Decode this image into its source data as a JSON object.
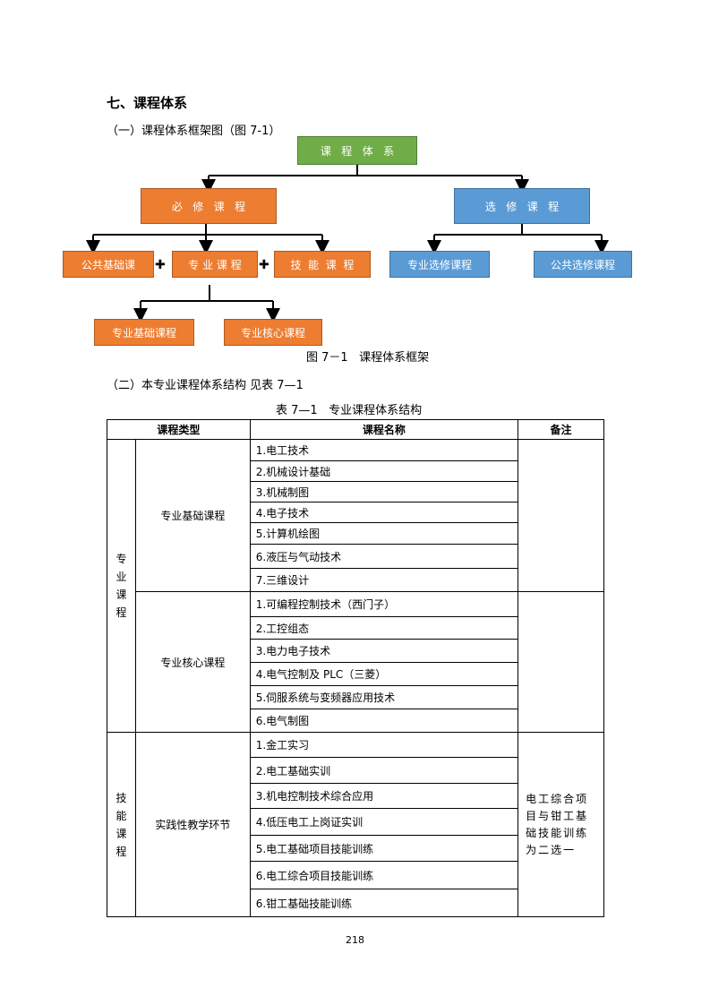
{
  "section_title": "七、课程体系",
  "subsection1": "（一）课程体系框架图（图 7-1）",
  "diagram": {
    "root": "课   程   体   系",
    "required": "必   修   课   程",
    "elective": "选   修   课   程",
    "public_basic": "公共基础课",
    "major": "专 业 课 程",
    "skill": "技  能  课  程",
    "major_elective": "专业选修课程",
    "public_elective": "公共选修课程",
    "major_basic": "专业基础课程",
    "major_core": "专业核心课程",
    "plus": "✚",
    "colors": {
      "green": "#70ad47",
      "orange": "#ed7d31",
      "blue": "#5b9bd5"
    }
  },
  "figure_caption": "图 7－1   课程体系框架",
  "subsection2": "（二）本专业课程体系结构 见表 7—1",
  "table_caption": "表 7—1   专业课程体系结构",
  "table": {
    "headers": [
      "课程类型",
      "课程名称",
      "备注"
    ],
    "groups": [
      {
        "category": "专业课程",
        "subgroups": [
          {
            "name": "专业基础课程",
            "courses": [
              "1.电工技术",
              "2.机械设计基础",
              "3.机械制图",
              "4.电子技术",
              "5.计算机绘图",
              "6.液压与气动技术",
              "7.三维设计"
            ],
            "note": ""
          },
          {
            "name": "专业核心课程",
            "courses": [
              "1.可编程控制技术（西门子）",
              "2.工控组态",
              "3.电力电子技术",
              "4.电气控制及 PLC（三菱）",
              "5.伺服系统与变频器应用技术",
              "6.电气制图"
            ],
            "note": ""
          }
        ]
      },
      {
        "category": "技能课程",
        "subgroups": [
          {
            "name": "实践性教学环节",
            "courses": [
              "1.金工实习",
              "2.电工基础实训",
              "3.机电控制技术综合应用",
              "4.低压电工上岗证实训",
              "5.电工基础项目技能训练",
              "6.电工综合项目技能训练",
              "6.钳工基础技能训练"
            ],
            "note": "电工综合项目与钳工基础技能训练为二选一"
          }
        ]
      }
    ]
  },
  "page_number": "218"
}
